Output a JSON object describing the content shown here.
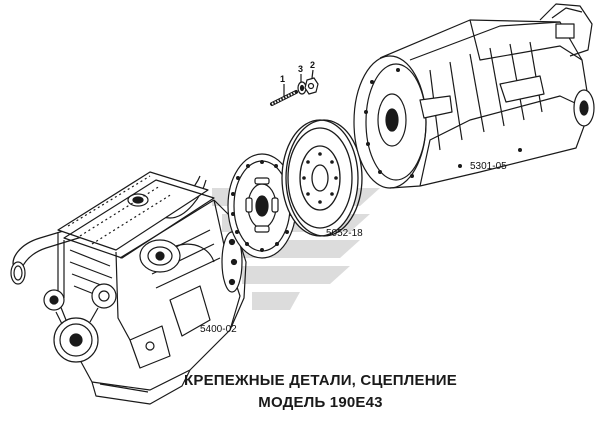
{
  "labels": {
    "engine": "5400-02",
    "gearbox": "5301-05",
    "flywheel": "5052-18"
  },
  "callouts": {
    "stud": "1",
    "washer": "3",
    "nut": "2"
  },
  "caption": {
    "line1": "КРЕПЕЖНЫЕ ДЕТАЛИ, СЦЕПЛЕНИЕ",
    "line2": "МОДЕЛЬ 190E43"
  },
  "colors": {
    "ink": "#1a1a1a",
    "watermark": "#d9d9d9"
  }
}
